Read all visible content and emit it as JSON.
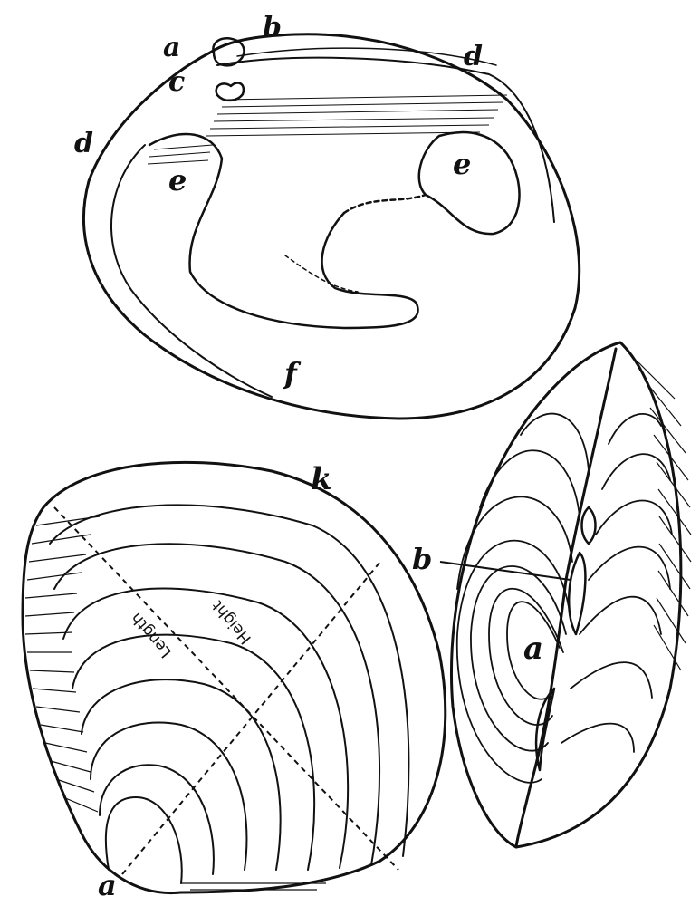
{
  "figure": {
    "interior_view": {
      "labels": {
        "a": "a",
        "b": "b",
        "c": "c",
        "d_left": "d",
        "d_right": "d",
        "e_left": "e",
        "e_right": "e",
        "f": "f"
      }
    },
    "exterior_view": {
      "labels": {
        "k": "k",
        "a": "a",
        "length": "Length",
        "height": "Height"
      }
    },
    "dorsal_view": {
      "labels": {
        "a": "a",
        "b": "b"
      }
    }
  },
  "colors": {
    "ink": "#111111",
    "background": "#ffffff"
  }
}
